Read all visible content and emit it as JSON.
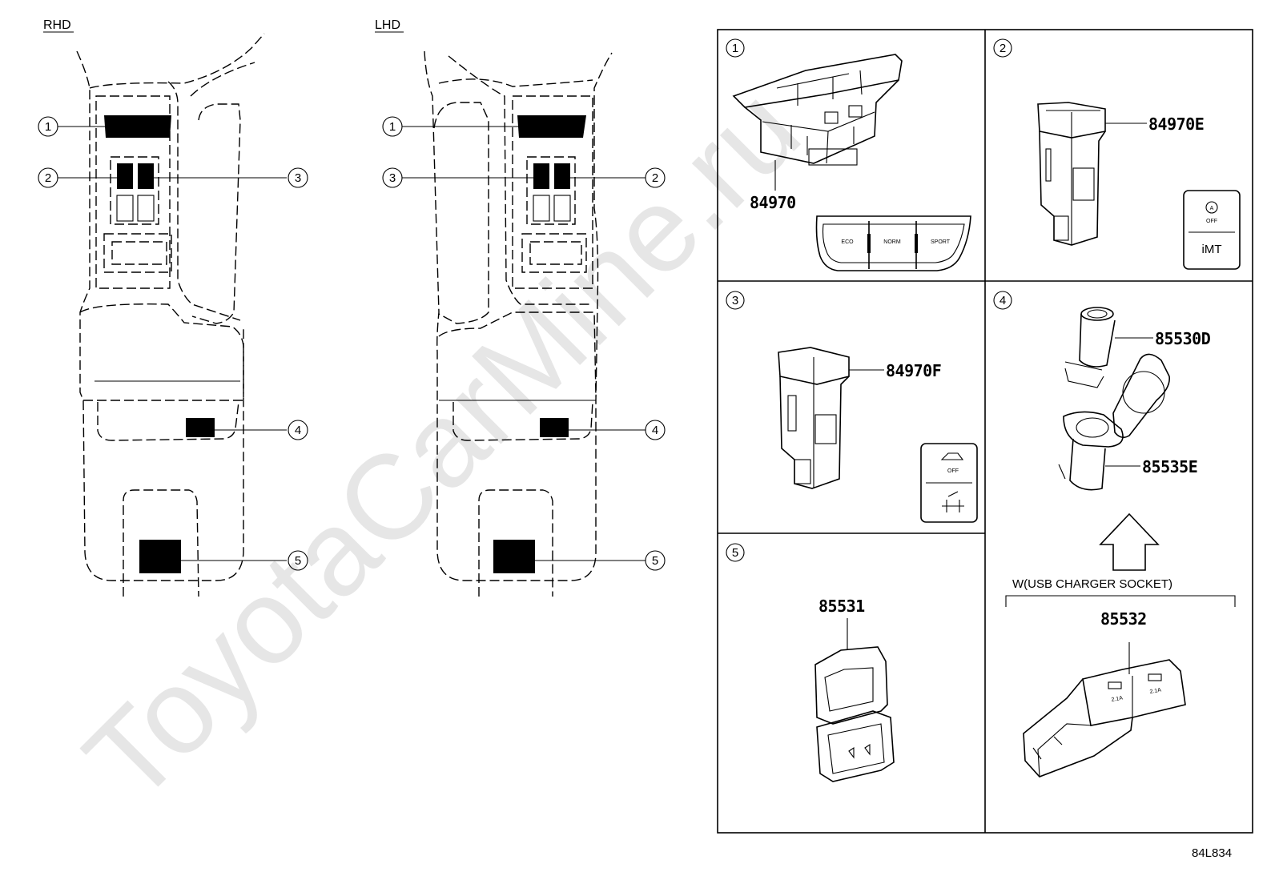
{
  "watermark": "ToyotaCarMine.ru",
  "views": {
    "rhd_label": "RHD",
    "lhd_label": "LHD"
  },
  "callouts": {
    "rhd": [
      "1",
      "2",
      "3",
      "4",
      "5"
    ],
    "lhd": [
      "1",
      "3",
      "2",
      "4",
      "5"
    ]
  },
  "panels": [
    {
      "number": "1",
      "parts": [
        "84970"
      ],
      "switch_labels": [
        "ECO",
        "NORM",
        "SPORT"
      ]
    },
    {
      "number": "2",
      "parts": [
        "84970E"
      ],
      "symbol_labels": [
        "A",
        "OFF",
        "iMT"
      ]
    },
    {
      "number": "3",
      "parts": [
        "84970F"
      ],
      "symbol_labels": [
        "OFF"
      ]
    },
    {
      "number": "4",
      "parts": [
        "85530D",
        "85535E",
        "85532"
      ],
      "option_label": "W(USB CHARGER SOCKET)",
      "usb_labels": [
        "2.1A",
        "2.1A"
      ]
    },
    {
      "number": "5",
      "parts": [
        "85531"
      ]
    }
  ],
  "figure_code": "84L834"
}
